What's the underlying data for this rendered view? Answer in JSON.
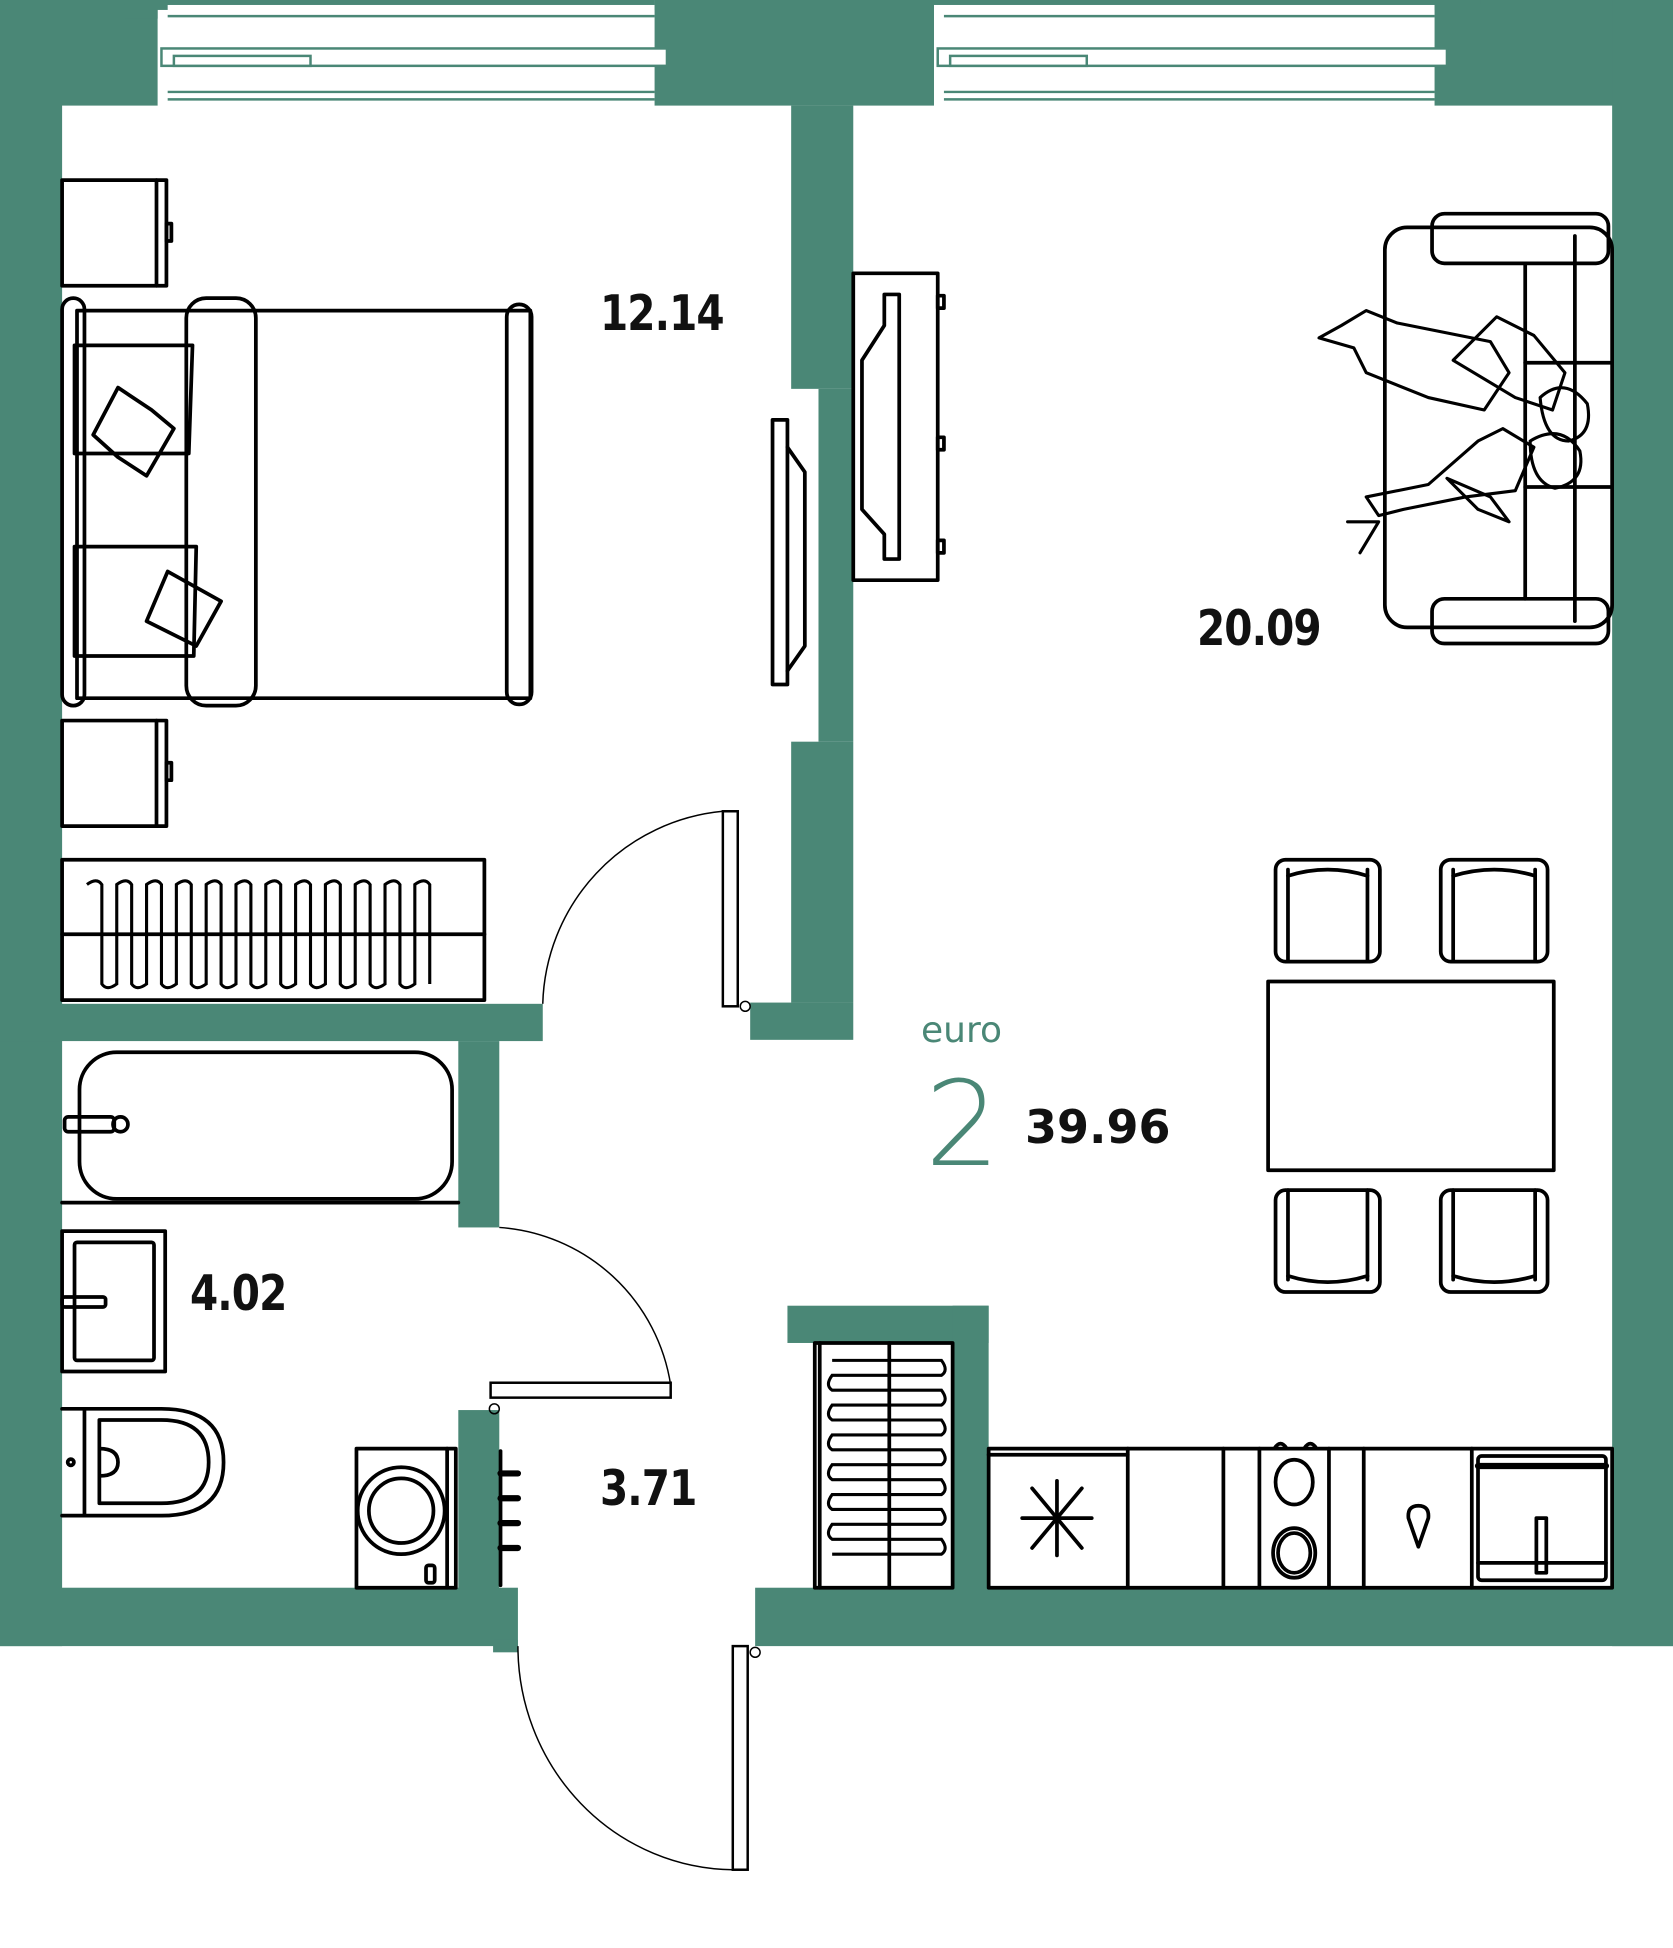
{
  "plan": {
    "type": "euro",
    "rooms_count": "2",
    "total_area": "39.96",
    "wall_color": "#4a8776",
    "text_color": "#111111"
  },
  "rooms": [
    {
      "id": "bedroom",
      "area": "12.14"
    },
    {
      "id": "living-kitchen",
      "area": "20.09"
    },
    {
      "id": "bathroom",
      "area": "4.02"
    },
    {
      "id": "hallway",
      "area": "3.71"
    }
  ],
  "icons": {
    "fridge": "snowflake-icon",
    "stove": "hob-icon",
    "sink": "sink-icon",
    "faucet": "water-drop-icon"
  }
}
